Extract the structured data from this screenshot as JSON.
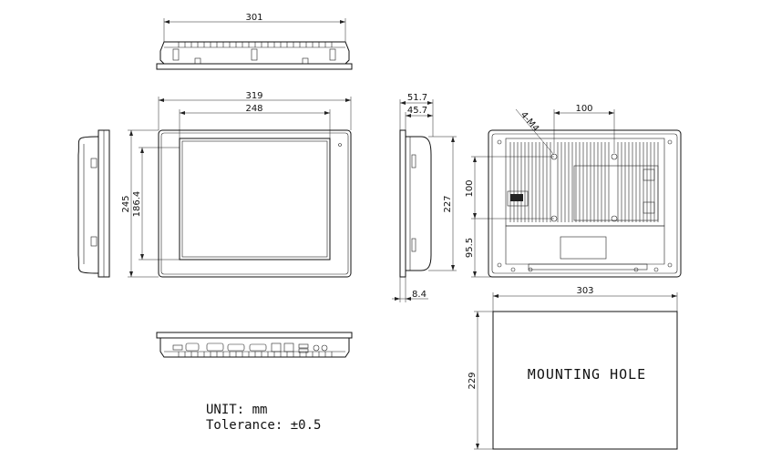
{
  "dimensions": {
    "top_width": "301",
    "front_outer_width": "319",
    "front_inner_width": "248",
    "front_height": "245",
    "front_inner_height": "186.4",
    "side_depth_total": "51.7",
    "side_depth_body": "45.7",
    "side_height": "227",
    "side_bezel": "8.4",
    "rear_screw_label": "4-M4",
    "rear_hole_spacing_x": "100",
    "rear_hole_spacing_y": "100",
    "rear_bottom_offset": "95.5",
    "cutout_width": "303",
    "cutout_height": "229"
  },
  "cutout_label": "MOUNTING HOLE",
  "notes": {
    "unit": "UNIT: mm",
    "tolerance": "Tolerance: ±0.5"
  }
}
